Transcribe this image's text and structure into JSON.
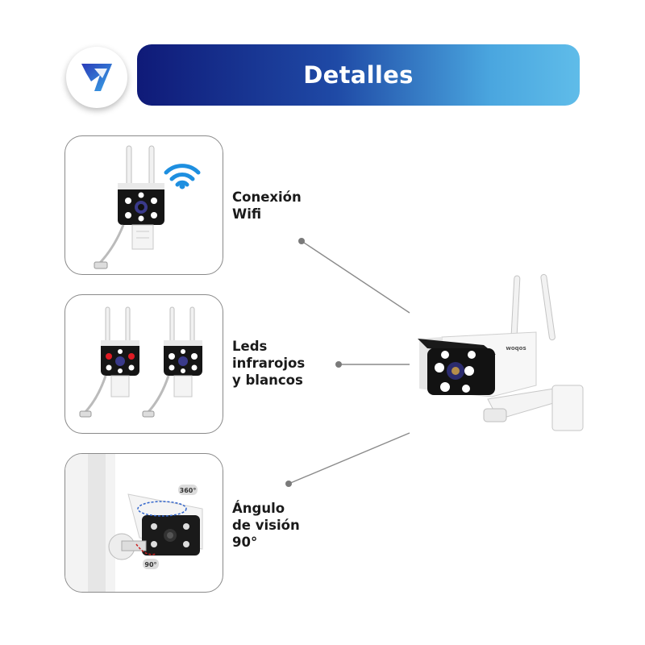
{
  "header": {
    "title": "Detalles"
  },
  "features": [
    {
      "id": "wifi",
      "lines": [
        "Conexión",
        "Wifi"
      ]
    },
    {
      "id": "leds",
      "lines": [
        "Leds",
        "infrarojos",
        "y blancos"
      ]
    },
    {
      "id": "angle",
      "lines": [
        "Ángulo",
        "de visión",
        "90°"
      ]
    }
  ],
  "angle_badges": {
    "rotation": "360°",
    "tilt": "90°"
  },
  "product": {
    "brand_text": "woqos"
  },
  "colors": {
    "banner_start": "#0f1a78",
    "banner_end": "#5fbce9",
    "wifi": "#1e8fe0",
    "ir_led": "#e01b24"
  }
}
